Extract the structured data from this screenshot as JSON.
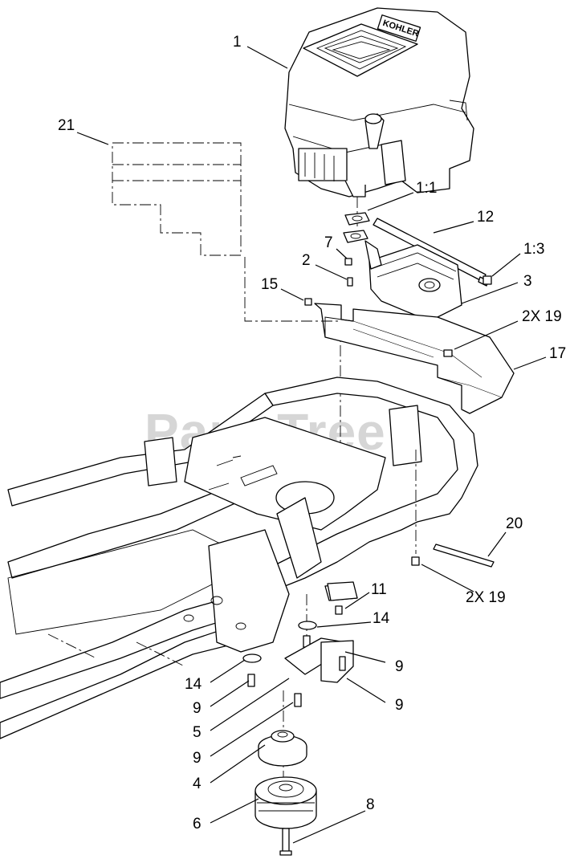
{
  "watermark": "PartsTree",
  "engine_brand": "KOHLER",
  "callouts": {
    "c1": "1",
    "c21": "21",
    "c1_1": "1:1",
    "c12": "12",
    "c7": "7",
    "c2": "2",
    "c1_3": "1:3",
    "c15": "15",
    "c3": "3",
    "c2x19_top": "2X 19",
    "c17": "17",
    "c20": "20",
    "c2x19_bottom": "2X 19",
    "c11": "11",
    "c14_right": "14",
    "c9_a": "9",
    "c14_left": "14",
    "c9_b": "9",
    "c9_c": "9",
    "c5": "5",
    "c9_d": "9",
    "c4": "4",
    "c8": "8",
    "c6": "6"
  }
}
